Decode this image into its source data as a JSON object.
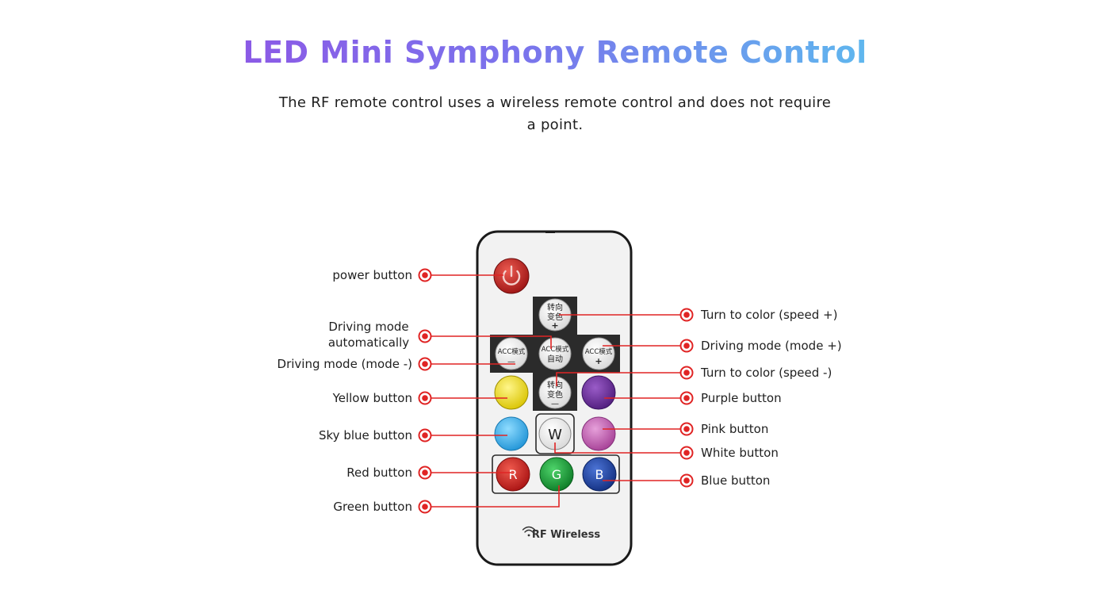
{
  "title": "LED Mini Symphony Remote Control",
  "subtitle": "The RF remote control uses a wireless remote control and does not require a point.",
  "remote": {
    "footer_label": "RF Wireless",
    "cross_top": [
      "转向",
      "变色",
      "+"
    ],
    "cross_left": [
      "ACC模式",
      "—"
    ],
    "cross_center": [
      "ACC模式",
      "自动"
    ],
    "cross_right": [
      "ACC模式",
      "+"
    ],
    "cross_bottom": [
      "转向",
      "变色",
      "—"
    ],
    "white_key": "W",
    "red_key": "R",
    "green_key": "G",
    "blue_key": "B"
  },
  "labels": {
    "power": "power button",
    "auto_line1": "Driving mode",
    "auto_line2": "automatically",
    "mode_minus": "Driving mode (mode -)",
    "yellow": "Yellow button",
    "skyblue": "Sky blue button",
    "red": "Red button",
    "green": "Green button",
    "speed_plus": "Turn to color (speed +)",
    "mode_plus": "Driving mode (mode +)",
    "speed_minus": "Turn to color (speed -)",
    "purple": "Purple button",
    "pink": "Pink button",
    "white": "White button",
    "blue": "Blue button"
  },
  "colors": {
    "leader": "#e02424",
    "power": "#c41f1f",
    "yellow": "#f3e21d",
    "purple": "#6e2f9e",
    "skyblue": "#3fb5ee",
    "pink": "#c860b4",
    "red": "#d41e1e",
    "green": "#18a33a",
    "blue": "#1c44a8"
  }
}
